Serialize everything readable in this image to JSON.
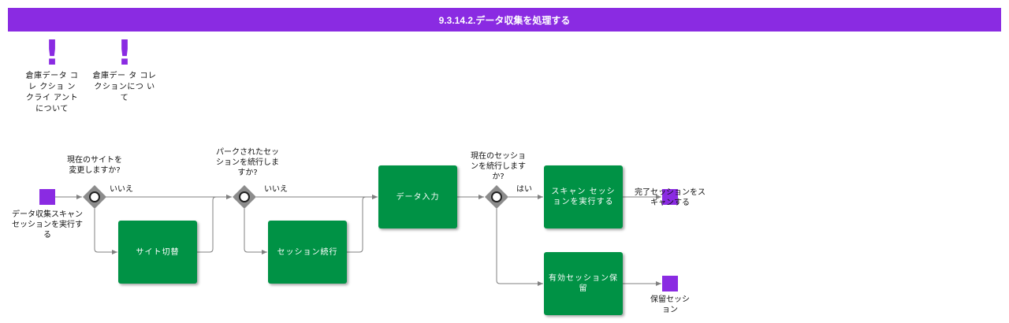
{
  "title": "9.3.14.2.データ収集を処理する",
  "notes": [
    {
      "text": "倉庫データ コレ クショ ン クライ アントについて"
    },
    {
      "text": "倉庫デー タ コレ クションにつ いて"
    }
  ],
  "events": {
    "start": "データ収集スキャン セッションを実行する",
    "end_complete": "完了セッションをスキャンする",
    "end_hold": "保留セッション"
  },
  "gateways": {
    "g1": "現在のサイトを変更しますか?",
    "g2": "パークされたセッションを続行しますか?",
    "g3": "現在のセッションを続行しますか?"
  },
  "flows": {
    "no1": "いいえ",
    "no2": "いいえ",
    "yes3": "はい"
  },
  "tasks": {
    "site_switch": "サイト切替",
    "session_continue": "セッション続行",
    "data_entry": "データ入力",
    "run_scan": "スキャン セッションを実行する",
    "hold_session": "有効セッション保留"
  },
  "colors": {
    "accent": "#8a2be2",
    "task": "#009245",
    "gateway": "#8c8c8c",
    "connector": "#808080"
  }
}
